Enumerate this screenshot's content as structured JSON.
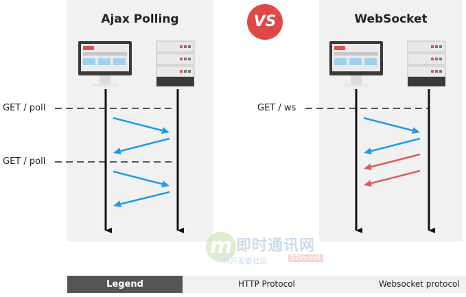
{
  "left": {
    "title": "Ajax Polling",
    "requests": [
      "GET / poll",
      "GET / poll"
    ]
  },
  "vs_label": "VS",
  "right": {
    "title": "WebSocket",
    "requests": [
      "GET / ws"
    ]
  },
  "legend": {
    "title": "Legend",
    "items": [
      {
        "label": "HTTP Protocol",
        "color": "#1e9be9"
      },
      {
        "label": "Websocket protocol",
        "color": "#e05c5c"
      }
    ]
  },
  "watermark": {
    "logo": "m",
    "main": "即时通讯网",
    "sub": "IM开发者社区",
    "url": "52im.net"
  },
  "colors": {
    "http": "#1e9be9",
    "websocket": "#e05c5c",
    "panel": "#f1f1f1",
    "accent_red": "#e04848"
  }
}
